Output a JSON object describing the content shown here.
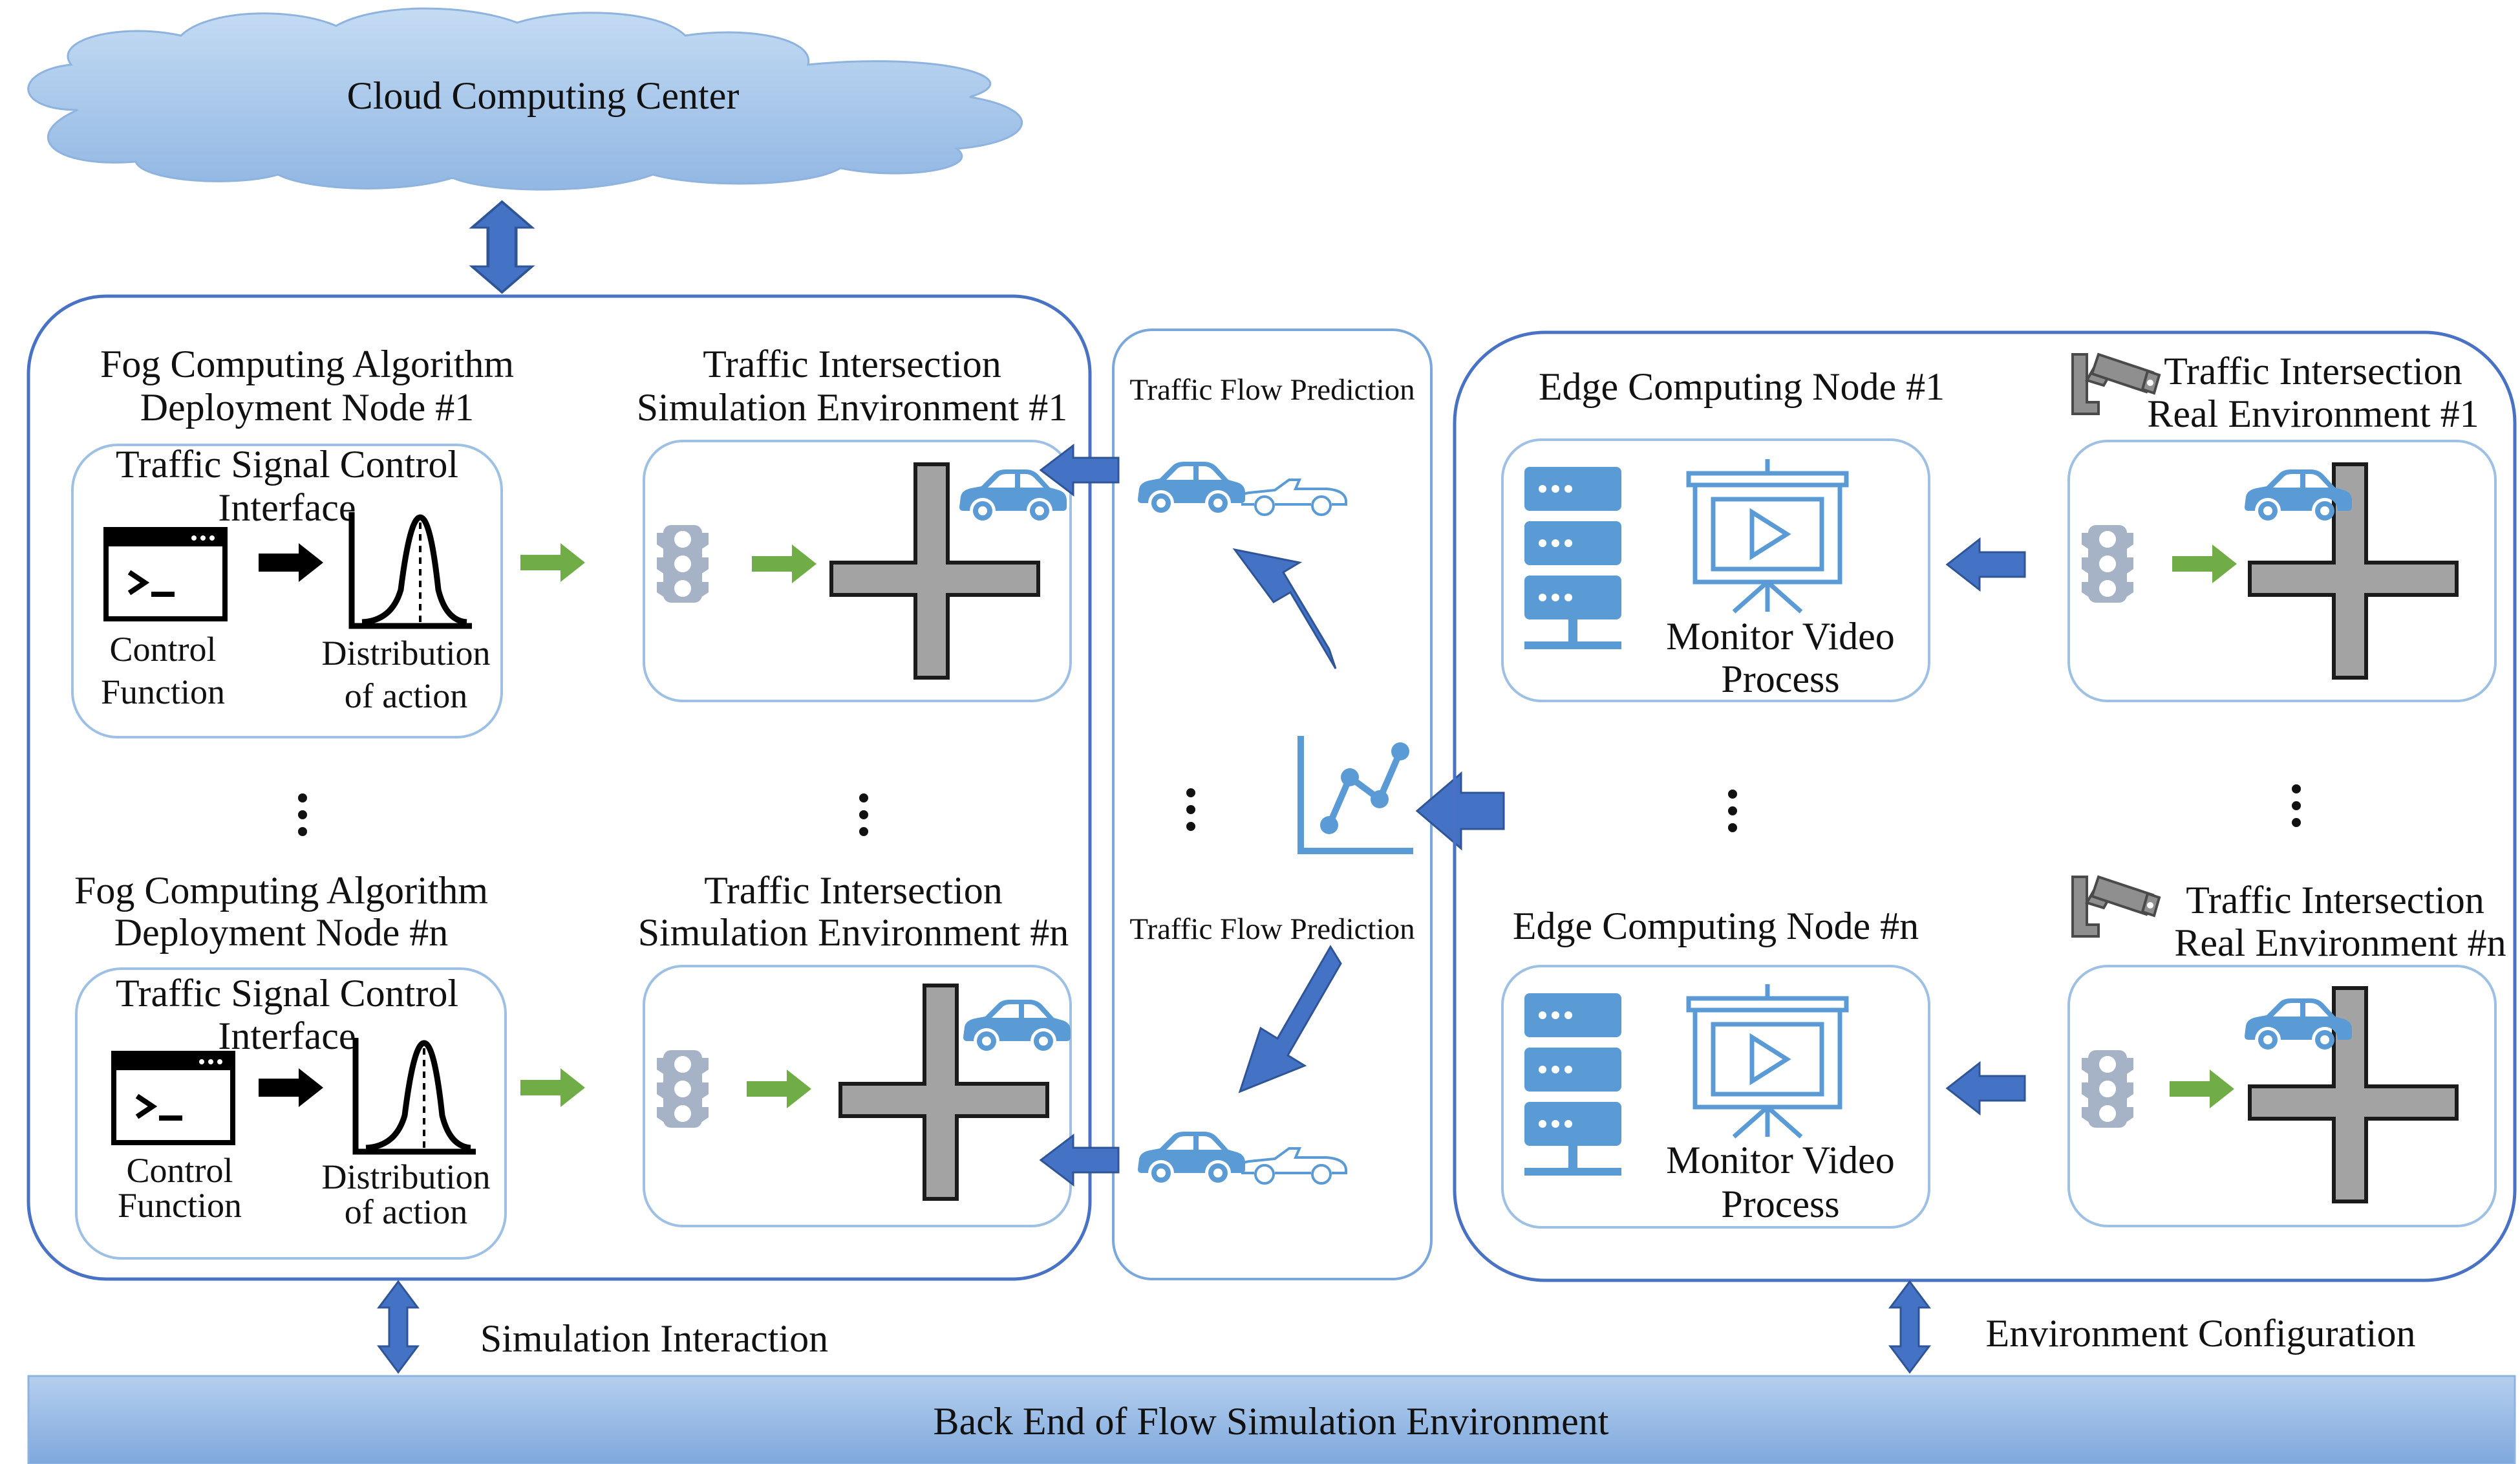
{
  "cloud": {
    "label": "Cloud Computing Center"
  },
  "fog_nodes": [
    {
      "title_line1": "Fog Computing Algorithm",
      "title_line2": "Deployment Node #1",
      "interface_line1": "Traffic Signal Control",
      "interface_line2": "Interface",
      "control_line1": "Control",
      "control_line2": "Function",
      "dist_line1": "Distribution",
      "dist_line2": "of action"
    },
    {
      "title_line1": "Fog Computing Algorithm",
      "title_line2": "Deployment Node #n",
      "interface_line1": "Traffic Signal Control",
      "interface_line2": "Interface",
      "control_line1": "Control",
      "control_line2": "Function",
      "dist_line1": "Distribution",
      "dist_line2": "of action"
    }
  ],
  "sim_envs": [
    {
      "line1": "Traffic Intersection",
      "line2": "Simulation Environment #1"
    },
    {
      "line1": "Traffic Intersection",
      "line2": "Simulation Environment #n"
    }
  ],
  "prediction": {
    "top_label": "Traffic Flow Prediction",
    "bottom_label": "Traffic Flow Prediction"
  },
  "edge_nodes": [
    {
      "title": "Edge Computing Node #1",
      "process_line1": "Monitor Video",
      "process_line2": "Process"
    },
    {
      "title": "Edge Computing Node #n",
      "process_line1": "Monitor Video",
      "process_line2": "Process"
    }
  ],
  "real_envs": [
    {
      "line1": "Traffic Intersection",
      "line2": "Real Environment #1"
    },
    {
      "line1": "Traffic Intersection",
      "line2": "Real Environment #n"
    }
  ],
  "links": {
    "simulation_interaction": "Simulation Interaction",
    "environment_configuration": "Environment Configuration"
  },
  "backend": {
    "label": "Back End of Flow Simulation Environment"
  },
  "icons": {
    "terminal": "terminal-icon",
    "distribution": "distribution-curve-icon",
    "traffic_light": "traffic-light-icon",
    "car": "car-icon",
    "convertible": "convertible-car-icon",
    "server": "server-rack-icon",
    "monitor": "video-screen-icon",
    "chart": "line-chart-icon",
    "camera": "surveillance-camera-icon"
  },
  "colors": {
    "cloud": "#a9c8ea",
    "backend_bar": "#8db3e2",
    "accent_arrow": "#4472c4",
    "green_arrow": "#70ad47",
    "icon_blue": "#5b9bd5",
    "road_gray": "#a3a3a3"
  }
}
